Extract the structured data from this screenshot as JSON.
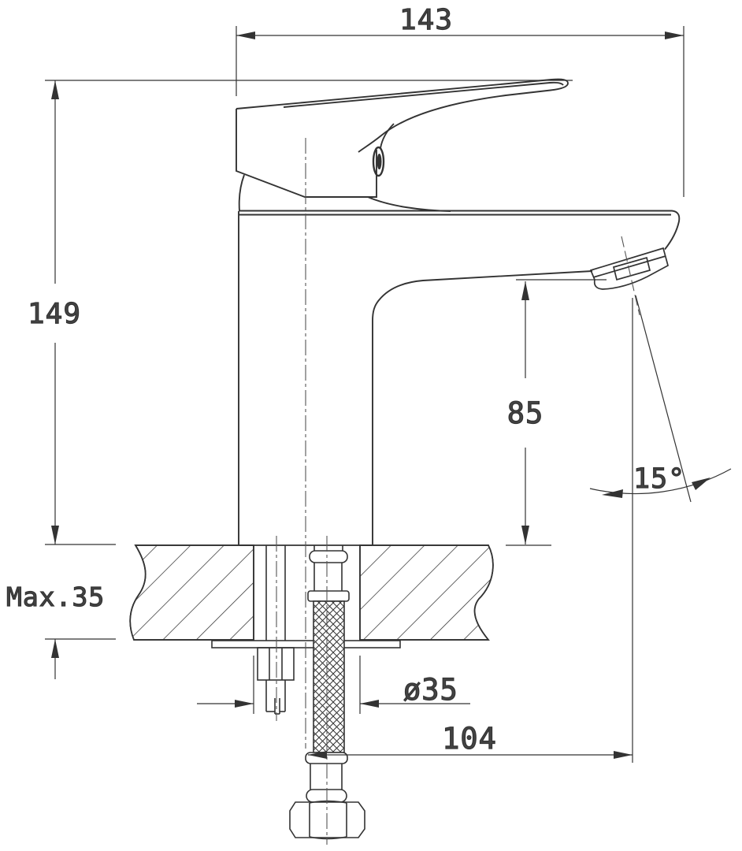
{
  "labels": {
    "overall_length": "143",
    "overall_height": "149",
    "spout_height": "85",
    "spout_angle": "15°",
    "max_mount_thickness": "Max.35",
    "mount_hole_diameter": "ø35",
    "spout_reach": "104"
  },
  "colors": {
    "line": "#333333",
    "text": "#444444",
    "background": "#ffffff"
  }
}
